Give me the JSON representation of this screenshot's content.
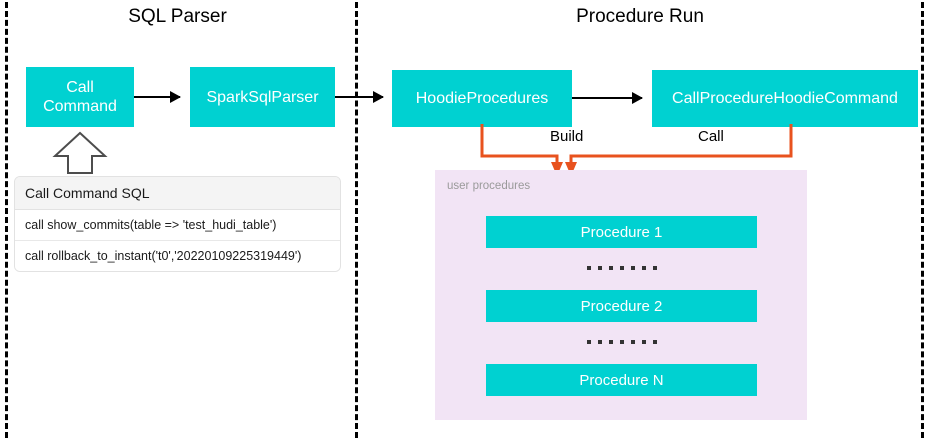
{
  "sections": {
    "left": {
      "title": "SQL Parser"
    },
    "right": {
      "title": "Procedure Run"
    }
  },
  "boxes": {
    "call_command": "Call Command",
    "spark_sql_parser": "SparkSqlParser",
    "hoodie_procedures": "HoodieProcedures",
    "call_procedure_hoodie_command": "CallProcedureHoodieCommand"
  },
  "edges": {
    "build_label": "Build",
    "call_label": "Call"
  },
  "sql_table": {
    "header": "Call Command SQL",
    "rows": [
      "call show_commits(table => 'test_hudi_table')",
      "call rollback_to_instant('t0','20220109225319449')"
    ]
  },
  "user_procedures": {
    "label": "user procedures",
    "items": [
      "Procedure 1",
      "Procedure 2",
      "Procedure N"
    ],
    "ellipsis_dot_count": 7
  },
  "colors": {
    "box_teal": "#00D1D1",
    "panel_purple": "#F2E4F5",
    "connector_orange": "#E8521E",
    "arrow_black": "#000000",
    "divider_black": "#000000",
    "label_gray": "#9A9A9A",
    "table_header_gray": "#F4F4F4"
  }
}
